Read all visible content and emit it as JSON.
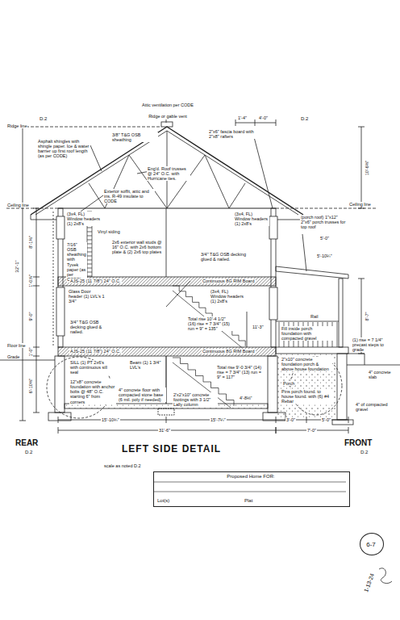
{
  "diagram": {
    "title": "LEFT SIDE DETAIL",
    "nodes": [
      {
        "text": [
          "Proposed Home FOR:",
          "Lot(s)",
          "Plat"
        ]
      },
      {
        "text": [
          "6-7"
        ]
      }
    ],
    "labels": [
      "Ridge line",
      "D.2",
      "Attic ventilation per CODE",
      "Ridge or gable vent",
      "3/8\" T&G OSB sheathing",
      "Eng'd. Roof trusses @ 24\" O.C. with Hurricane ties.",
      "Asphalt shingles with shingle paper. Ice & water barrier up first roof length (as per CODE)",
      "Exterior soffit, attic and ins. R-49 insulate to CODE",
      "2\"x6\" fascia board with 2\"x8\" rafters",
      "1'-4\"",
      "4'-0\"",
      "D.2",
      "10'-6⅜\"",
      "Ceiling line",
      "Ceiling line",
      "32'-1\"",
      "(3x4, FL) Window headers (1) 2x8's",
      "(3x4, FL) Window headers (1) 2x8's",
      "Vinyl siding",
      "7/16\" OSB sheathing with Tyvek paper (as per CODE)",
      "2x6 exterior wall studs @ 16\" O.C. with 2x6 bottom plate & (2) 2x6 top plates",
      "3/4\" T&G OSB decking glued & nailed.",
      "8'-1⅛\"",
      "1'-0⅞\"",
      "AJS-25 (11 7/8\") 24\" O.C.",
      "Continuous 8G RIM Board",
      "Glass Door header (1) LVL's 1 3/4\"",
      "(3x4, FL) Window headers (1) 2x8's",
      "3/4\" T&G OSB decking glued & nailed.",
      "9'-0\"",
      "11'-3\"",
      "Total rise 10'-4 1/2\" (16) rise = 7 3/4\" (15) run = 9\" = 135\"",
      "AJS-25 (11 7/8\") 24\" O.C.",
      "Continuous 8G RIM Board",
      "1'-0\"",
      "6'-10⅝\"",
      "Grade",
      "Beam (1) 1 3/4\" LVL's",
      "SILL (1) PT 2x6's with continuous sill seal",
      "Total rise 9'-0 3/4\" (14) rise = 7 3/4\" (13) run = 9\" = 117\"",
      "12\"x8\" concrete foundation with anchor bolts @ 48\" O.C. starting 6\" from corners",
      "4\" concrete floor with compacted stone base (6 mil. poly if needed)",
      "2'x2'x10\" concrete footings with 3 1/2\" Lally column",
      "4'-8⅛\"",
      "15'-10¾\"",
      "15'-7¼\"",
      "31'-6\"",
      "REAR",
      "D.2",
      "FRONT",
      "D.2",
      "scale as noted D.2",
      "(porch roof) 1\"x12\" 2\"x6\" porch trusses for top roof",
      "5'-0\"",
      "5'-10¼\"",
      "Rail",
      "8'-7\"",
      "Fill inside porch foundation with compacted gravel",
      "(1) rise = 7 1/4\" precast steps to grade",
      "4\" concrete slab",
      "2\"x10\" concrete foundation porch & above house foundation",
      "Porch",
      "Pins porch found. to house found. with (6) #4 Rebar",
      "4\" of compacted gravel",
      "3'-0\"",
      "5'-0\"",
      "7'-0\"",
      "Floor line",
      "1-13-24"
    ]
  }
}
